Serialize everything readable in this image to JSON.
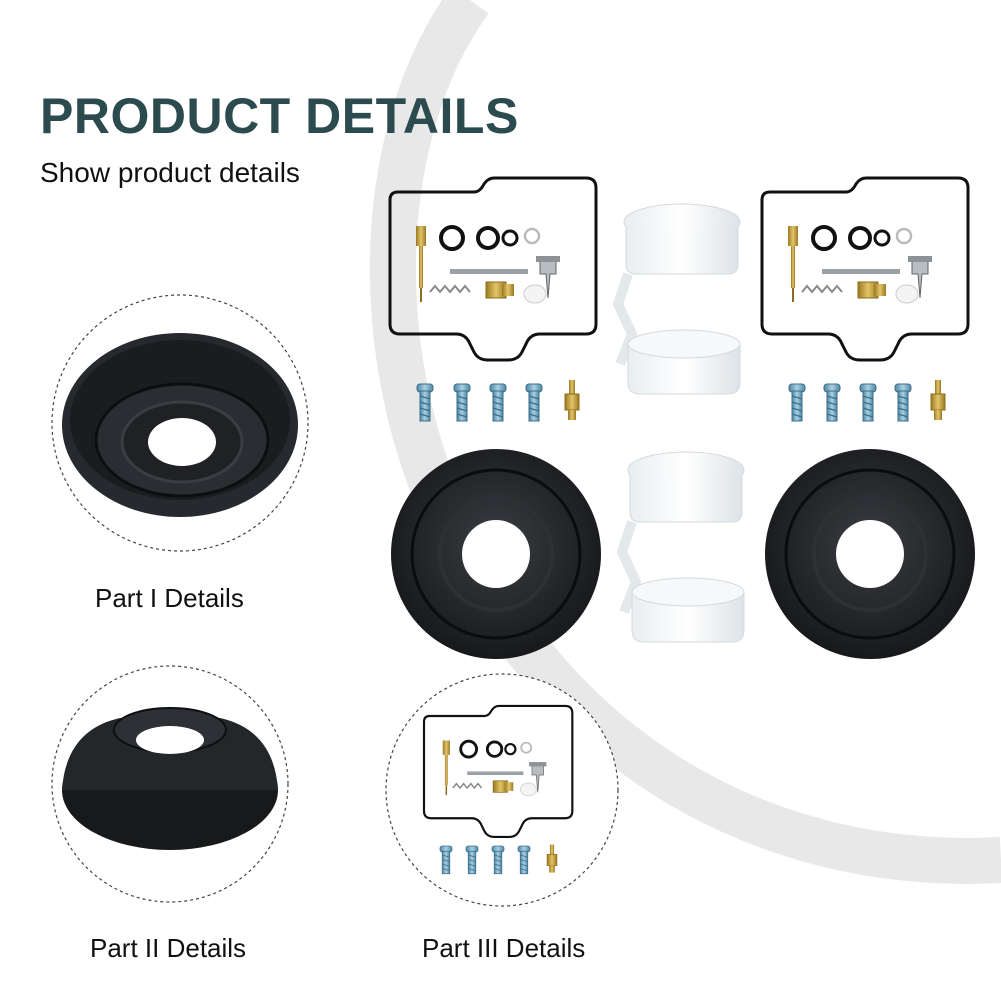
{
  "header": {
    "title": "PRODUCT DETAILS",
    "subtitle": "Show product details"
  },
  "details": [
    {
      "label": "Part I Details",
      "shows": "diaphragm-top-view"
    },
    {
      "label": "Part II Details",
      "shows": "diaphragm-side-view"
    },
    {
      "label": "Part III Details",
      "shows": "repair-kit"
    }
  ],
  "colors": {
    "title": "#2c4b4f",
    "arc": "#e6e6e6",
    "rubber": "#1d1f22",
    "brass": "#c9a43a",
    "screw": "#6fa6c4"
  }
}
